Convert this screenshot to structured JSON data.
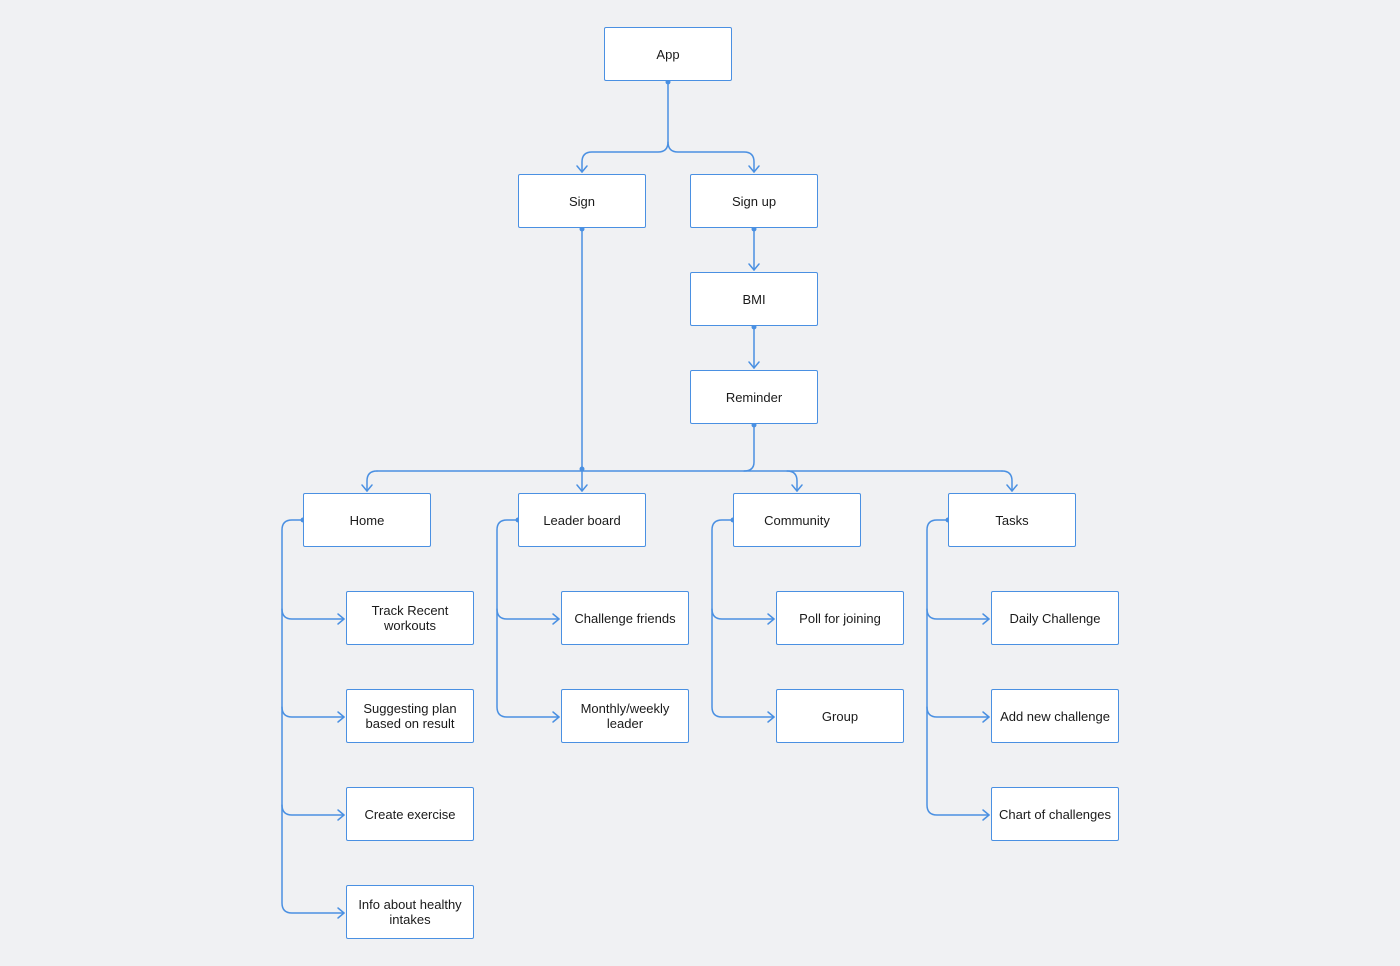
{
  "colors": {
    "background": "#f0f1f3",
    "connector": "#4a90e2",
    "node_border": "#4a90e2",
    "node_fill": "#ffffff",
    "text": "#1a1a1a"
  },
  "nodes": {
    "app": "App",
    "sign": "Sign",
    "sign_up": "Sign up",
    "bmi": "BMI",
    "reminder": "Reminder",
    "home": "Home",
    "leader_board": "Leader board",
    "community": "Community",
    "tasks": "Tasks",
    "track_recent_workouts": "Track Recent\nworkouts",
    "suggesting_plan": "Suggesting plan\nbased on result",
    "create_exercise": "Create exercise",
    "info_healthy_intakes": "Info about healthy\nintakes",
    "challenge_friends": "Challenge friends",
    "monthly_weekly_leader": "Monthly/weekly\nleader",
    "poll_for_joining": "Poll for joining",
    "group": "Group",
    "daily_challenge": "Daily Challenge",
    "add_new_challenge": "Add new challenge",
    "chart_of_challenges": "Chart of challenges"
  }
}
